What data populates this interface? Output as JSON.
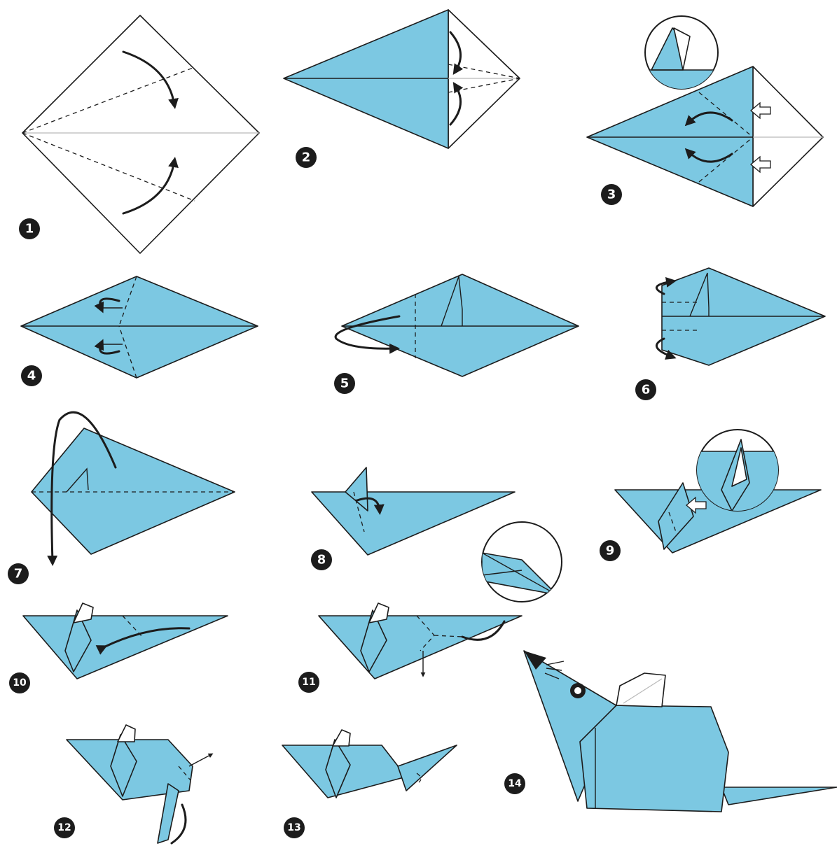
{
  "colors": {
    "paper": "#7cc8e2",
    "ink": "#1c1c1c",
    "blank": "#ffffff"
  },
  "steps": [
    {
      "number": "1"
    },
    {
      "number": "2"
    },
    {
      "number": "3"
    },
    {
      "number": "4"
    },
    {
      "number": "5"
    },
    {
      "number": "6"
    },
    {
      "number": "7"
    },
    {
      "number": "8"
    },
    {
      "number": "9"
    },
    {
      "number": "10"
    },
    {
      "number": "11"
    },
    {
      "number": "12"
    },
    {
      "number": "13"
    },
    {
      "number": "14"
    }
  ]
}
